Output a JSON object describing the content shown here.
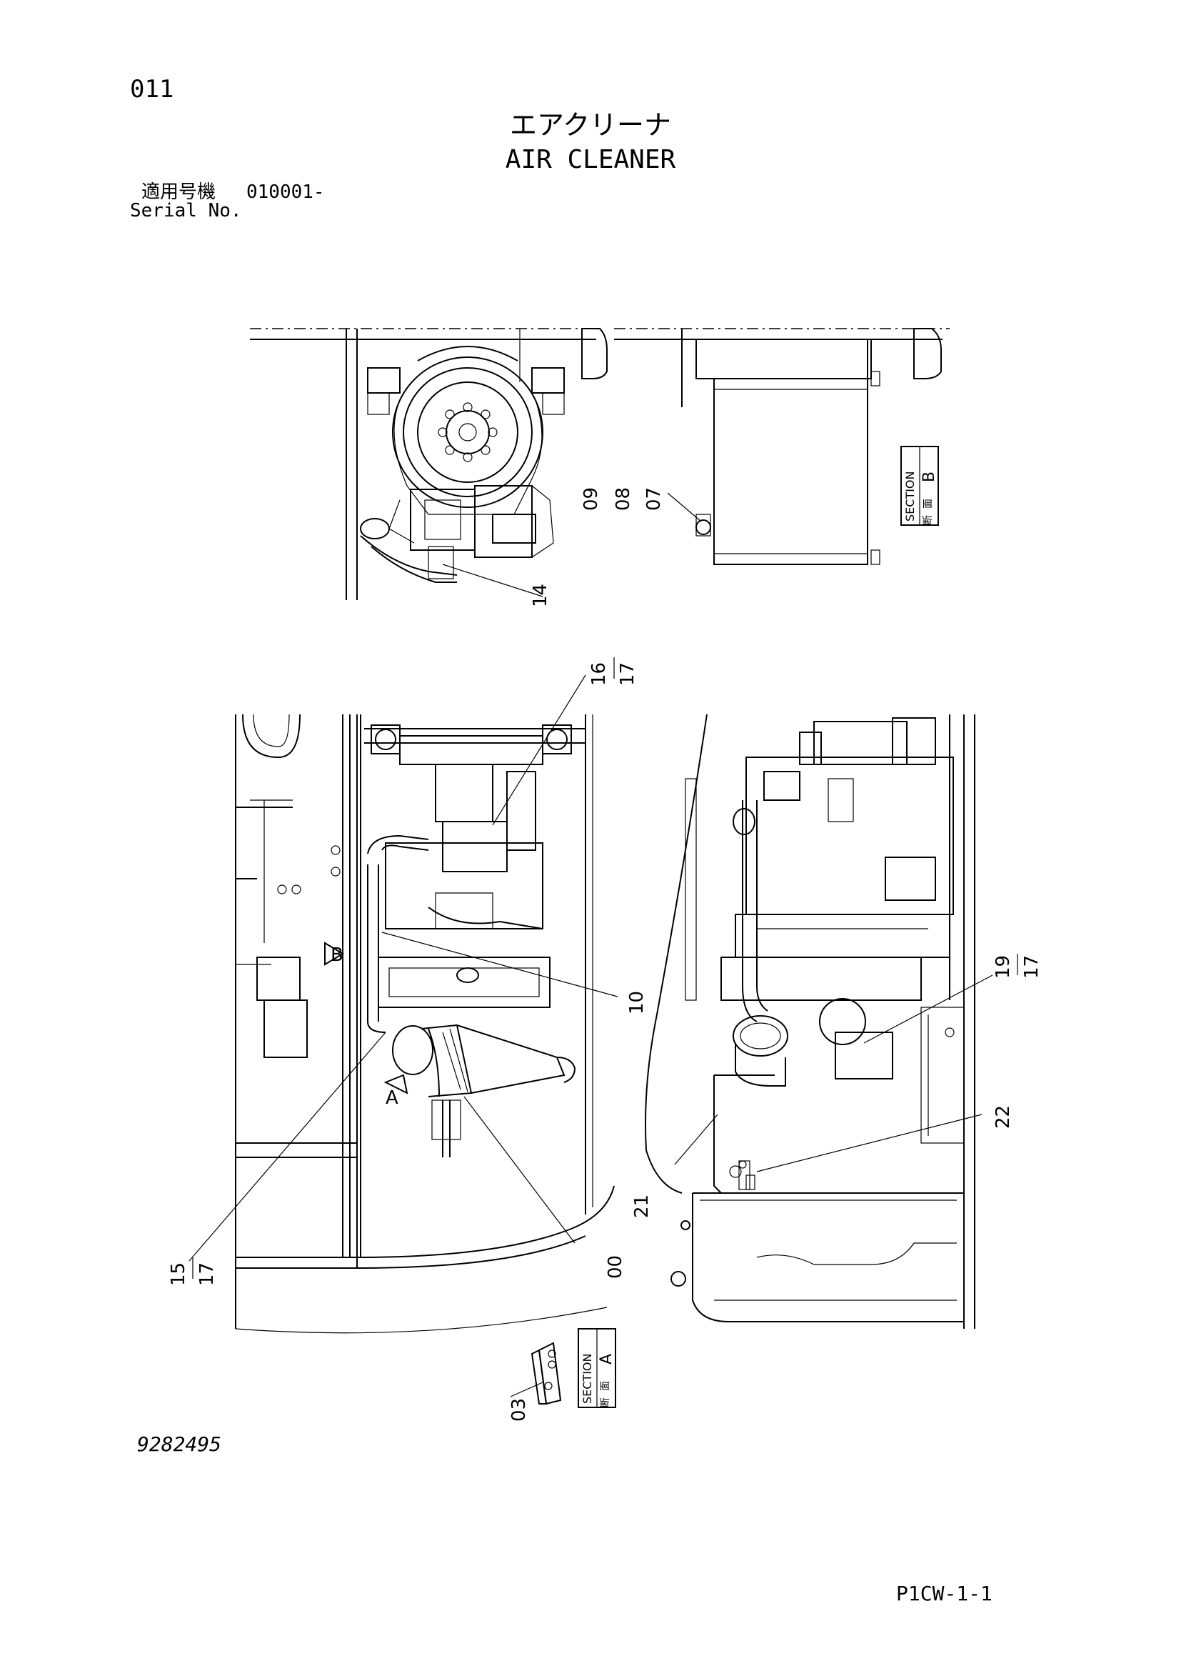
{
  "header": {
    "page_number": "011",
    "title_ja": "エアクリーナ",
    "title_en": "AIR CLEANER",
    "serial_label_ja": "適用号機",
    "serial_value": "010001-",
    "serial_label_en": "Serial No."
  },
  "callouts": {
    "c00": "00",
    "c03": "03",
    "c07": "07",
    "c08": "08",
    "c09": "09",
    "c10": "10",
    "c14": "14",
    "c15": "15",
    "c16": "16",
    "c17a": "17",
    "c17b": "17",
    "c17c": "17",
    "c19": "19",
    "c21": "21",
    "c22": "22"
  },
  "sections": {
    "a_letter": "A",
    "a_word": "SECTION",
    "a_kanji_1": "断",
    "a_kanji_2": "面",
    "b_letter": "B",
    "b_word": "SECTION",
    "b_kanji_1": "断",
    "b_kanji_2": "面",
    "view_arrow_a": "A",
    "view_arrow_b": "B"
  },
  "footer": {
    "drawing_number": "9282495",
    "sheet_ref": "P1CW-1-1"
  }
}
